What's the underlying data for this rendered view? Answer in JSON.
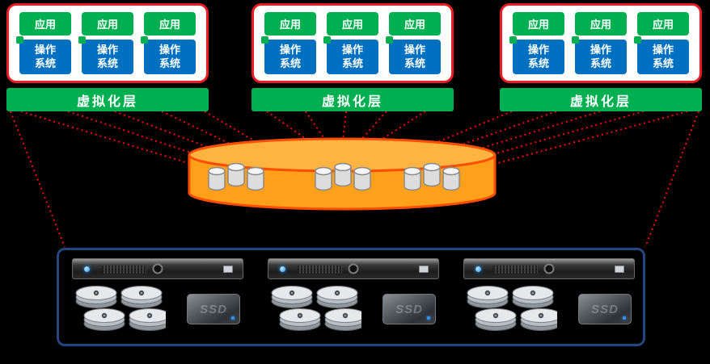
{
  "diagram": {
    "vm_groups": [
      {
        "virt_label": "虚拟化层",
        "vms": [
          {
            "app": "应用",
            "os": "操作系统"
          },
          {
            "app": "应用",
            "os": "操作系统"
          },
          {
            "app": "应用",
            "os": "操作系统"
          }
        ]
      },
      {
        "virt_label": "虚拟化层",
        "vms": [
          {
            "app": "应用",
            "os": "操作系统"
          },
          {
            "app": "应用",
            "os": "操作系统"
          },
          {
            "app": "应用",
            "os": "操作系统"
          }
        ]
      },
      {
        "virt_label": "虚拟化层",
        "vms": [
          {
            "app": "应用",
            "os": "操作系统"
          },
          {
            "app": "应用",
            "os": "操作系统"
          },
          {
            "app": "应用",
            "os": "操作系统"
          }
        ]
      }
    ],
    "storage_pool": {
      "disk_groups": 3,
      "disks_per_group": 3
    },
    "servers": [
      {
        "ssd_label": "SSD",
        "hdd_count": 4
      },
      {
        "ssd_label": "SSD",
        "hdd_count": 4
      },
      {
        "ssd_label": "SSD",
        "hdd_count": 4
      }
    ],
    "colors": {
      "app_green": "#00B050",
      "os_blue": "#0070C0",
      "virt_green": "#00B050",
      "group_border_red": "#ED1C24",
      "line_red": "#FF0000",
      "pool_fill_orange": "#FFA01B",
      "pool_border_orange": "#FF4D00",
      "enclosure_border_navy": "#24477F",
      "background": "#000000"
    }
  }
}
